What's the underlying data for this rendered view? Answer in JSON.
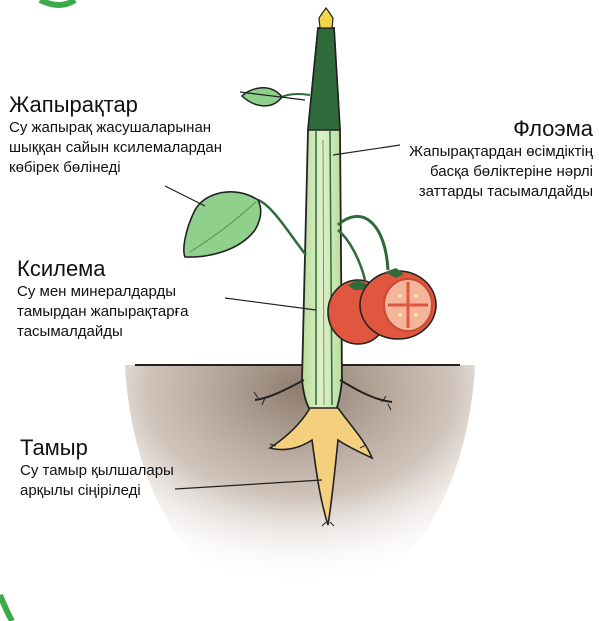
{
  "labels": {
    "leaves": {
      "title": "Жапырақтар",
      "desc": "Су жапырақ жасушаларынан\nшыққан сайын ксилемалардан\nкөбірек бөлінеді"
    },
    "phloem": {
      "title": "Флоэма",
      "desc": "Жапырақтардан өсімдіктің\nбасқа бөліктеріне нәрлі\nзаттарды тасымалдайды"
    },
    "xylem": {
      "title": "Ксилема",
      "desc": "Су мен минералдарды\nтамырдан жапырақтарға\nтасымалдайды"
    },
    "root": {
      "title": "Тамыр",
      "desc": "Су тамыр қылшалары\nарқылы сіңіріледі"
    }
  },
  "colors": {
    "stem_light": "#cde8b4",
    "stem_dark": "#2f6a3a",
    "leaf": "#8fd18c",
    "tomato": "#e0563e",
    "tomato_inner": "#f4b59a",
    "root": "#f3cf7e",
    "soil": "#7a6553",
    "accent_green": "#3daa4a"
  },
  "icons": [
    "leaf-icon",
    "tomato-icon",
    "flower-bud-icon",
    "root-icon"
  ]
}
